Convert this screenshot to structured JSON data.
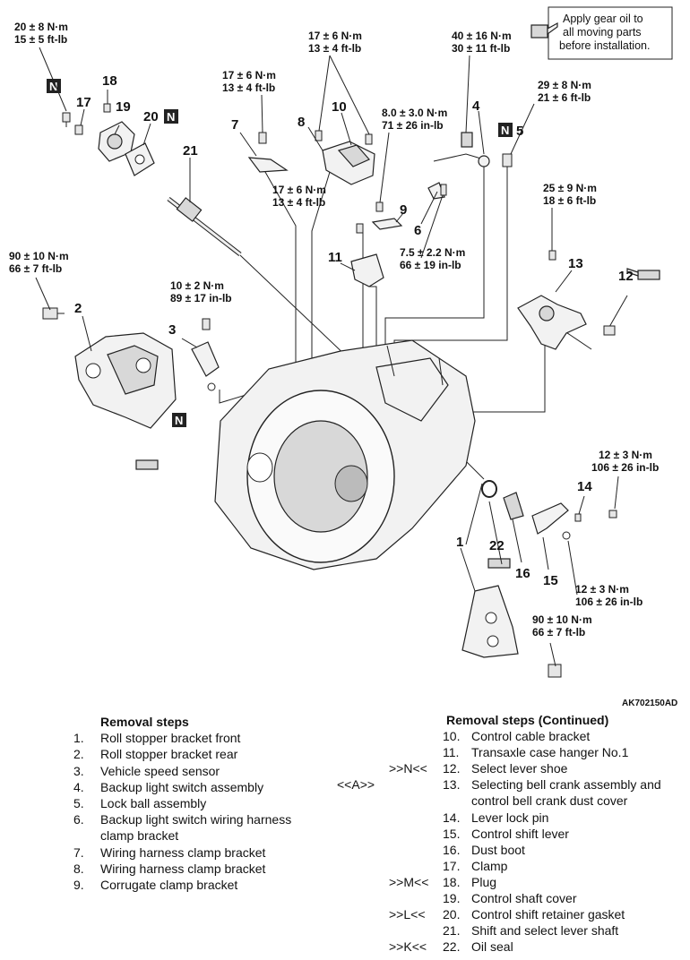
{
  "notes": {
    "gear_oil_note": [
      "Apply gear oil to",
      "all moving parts",
      "before installation."
    ],
    "figure_code": "AK702150AD",
    "n_mark": "N"
  },
  "torques": {
    "t17": [
      "20 ± 8 N·m",
      "15 ± 5 ft-lb"
    ],
    "t7": [
      "17 ± 6 N·m",
      "13 ± 4 ft-lb"
    ],
    "t10a": [
      "17 ± 6 N·m",
      "13 ± 4 ft-lb"
    ],
    "t10b": [
      "17 ± 6 N·m",
      "13 ± 4 ft-lb"
    ],
    "t9": [
      "8.0 ± 3.0 N·m",
      "71 ± 26 in-lb"
    ],
    "t4": [
      "40 ± 16 N·m",
      "30 ± 11 ft-lb"
    ],
    "t5": [
      "29 ± 8 N·m",
      "21 ± 6 ft-lb"
    ],
    "t13": [
      "25 ± 9 N·m",
      "18 ± 6 ft-lb"
    ],
    "t6": [
      "7.5 ± 2.2 N·m",
      "66 ± 19 in-lb"
    ],
    "t2": [
      "90 ± 10 N·m",
      "66 ± 7 ft-lb"
    ],
    "t3": [
      "10 ± 2 N·m",
      "89 ± 17 in-lb"
    ],
    "t14": [
      "12 ± 3 N·m",
      "106 ± 26 in-lb"
    ],
    "t15": [
      "12 ± 3 N·m",
      "106 ± 26 in-lb"
    ],
    "t1": [
      "90 ± 10 N·m",
      "66 ± 7 ft-lb"
    ]
  },
  "callouts": {
    "c1": "1",
    "c2": "2",
    "c3": "3",
    "c4": "4",
    "c5": "5",
    "c6": "6",
    "c7": "7",
    "c8": "8",
    "c9": "9",
    "c10": "10",
    "c11": "11",
    "c12": "12",
    "c13": "13",
    "c14": "14",
    "c15": "15",
    "c16": "16",
    "c17": "17",
    "c18": "18",
    "c19": "19",
    "c20": "20",
    "c21": "21",
    "c22": "22"
  },
  "steps_left": {
    "title": "Removal steps",
    "rows": [
      {
        "num": "1.",
        "text": "Roll stopper bracket front"
      },
      {
        "num": "2.",
        "text": "Roll stopper bracket rear"
      },
      {
        "num": "3.",
        "text": "Vehicle speed sensor"
      },
      {
        "num": "4.",
        "text": "Backup light switch assembly"
      },
      {
        "num": "5.",
        "text": "Lock ball assembly"
      },
      {
        "num": "6.",
        "text": "Backup light switch wiring harness",
        "text2": "clamp bracket"
      },
      {
        "num": "7.",
        "text": "Wiring harness clamp bracket"
      },
      {
        "num": "8.",
        "text": "Wiring harness clamp bracket"
      },
      {
        "num": "9.",
        "text": "Corrugate clamp bracket"
      }
    ]
  },
  "steps_right": {
    "title": "Removal steps (Continued)",
    "rows": [
      {
        "mark": "",
        "num": "10.",
        "text": "Control cable bracket"
      },
      {
        "mark": "",
        "num": "11.",
        "text": "Transaxle case hanger No.1"
      },
      {
        "mark": ">>N<<",
        "num": "12.",
        "text": "Select lever shoe"
      },
      {
        "mark": "<<A>>",
        "num": "13.",
        "text": "Selecting bell crank assembly and",
        "text2": "control bell crank dust cover"
      },
      {
        "mark": "",
        "num": "14.",
        "text": "Lever lock pin"
      },
      {
        "mark": "",
        "num": "15.",
        "text": "Control shift lever"
      },
      {
        "mark": "",
        "num": "16.",
        "text": "Dust boot"
      },
      {
        "mark": "",
        "num": "17.",
        "text": "Clamp"
      },
      {
        "mark": ">>M<<",
        "num": "18.",
        "text": "Plug"
      },
      {
        "mark": "",
        "num": "19.",
        "text": "Control shaft cover"
      },
      {
        "mark": ">>L<<",
        "num": "20.",
        "text": "Control shift retainer gasket"
      },
      {
        "mark": "",
        "num": "21.",
        "text": "Shift and select lever shaft"
      },
      {
        "mark": ">>K<<",
        "num": "22.",
        "text": "Oil seal"
      }
    ]
  }
}
